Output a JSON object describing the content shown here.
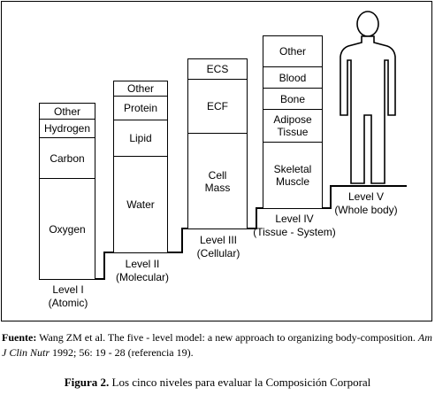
{
  "levels": [
    {
      "name": "Level I",
      "desc": "(Atomic)",
      "components": [
        "Other",
        "Hydrogen",
        "Carbon",
        "Oxygen"
      ]
    },
    {
      "name": "Level II",
      "desc": "(Molecular)",
      "components": [
        "Other",
        "Protein",
        "Lipid",
        "Water"
      ]
    },
    {
      "name": "Level III",
      "desc": "(Cellular)",
      "components": [
        "ECS",
        "ECF",
        "Cell Mass"
      ]
    },
    {
      "name": "Level IV",
      "desc": "(Tissue - System)",
      "components": [
        "Other",
        "Blood",
        "Bone",
        "Adipose Tissue",
        "Skeletal Muscle"
      ]
    },
    {
      "name": "Level V",
      "desc": "(Whole body)",
      "components": []
    }
  ],
  "source": {
    "label": "Fuente:",
    "text": " Wang ZM et al. The five - level model: a new approach to organizing body-composition. ",
    "journal": "Am J Clin Nutr",
    "citation": " 1992; 56: 19 - 28 (referencia 19)."
  },
  "caption": {
    "label": "Figura 2.",
    "text": " Los cinco niveles para evaluar la Composición Corporal"
  }
}
